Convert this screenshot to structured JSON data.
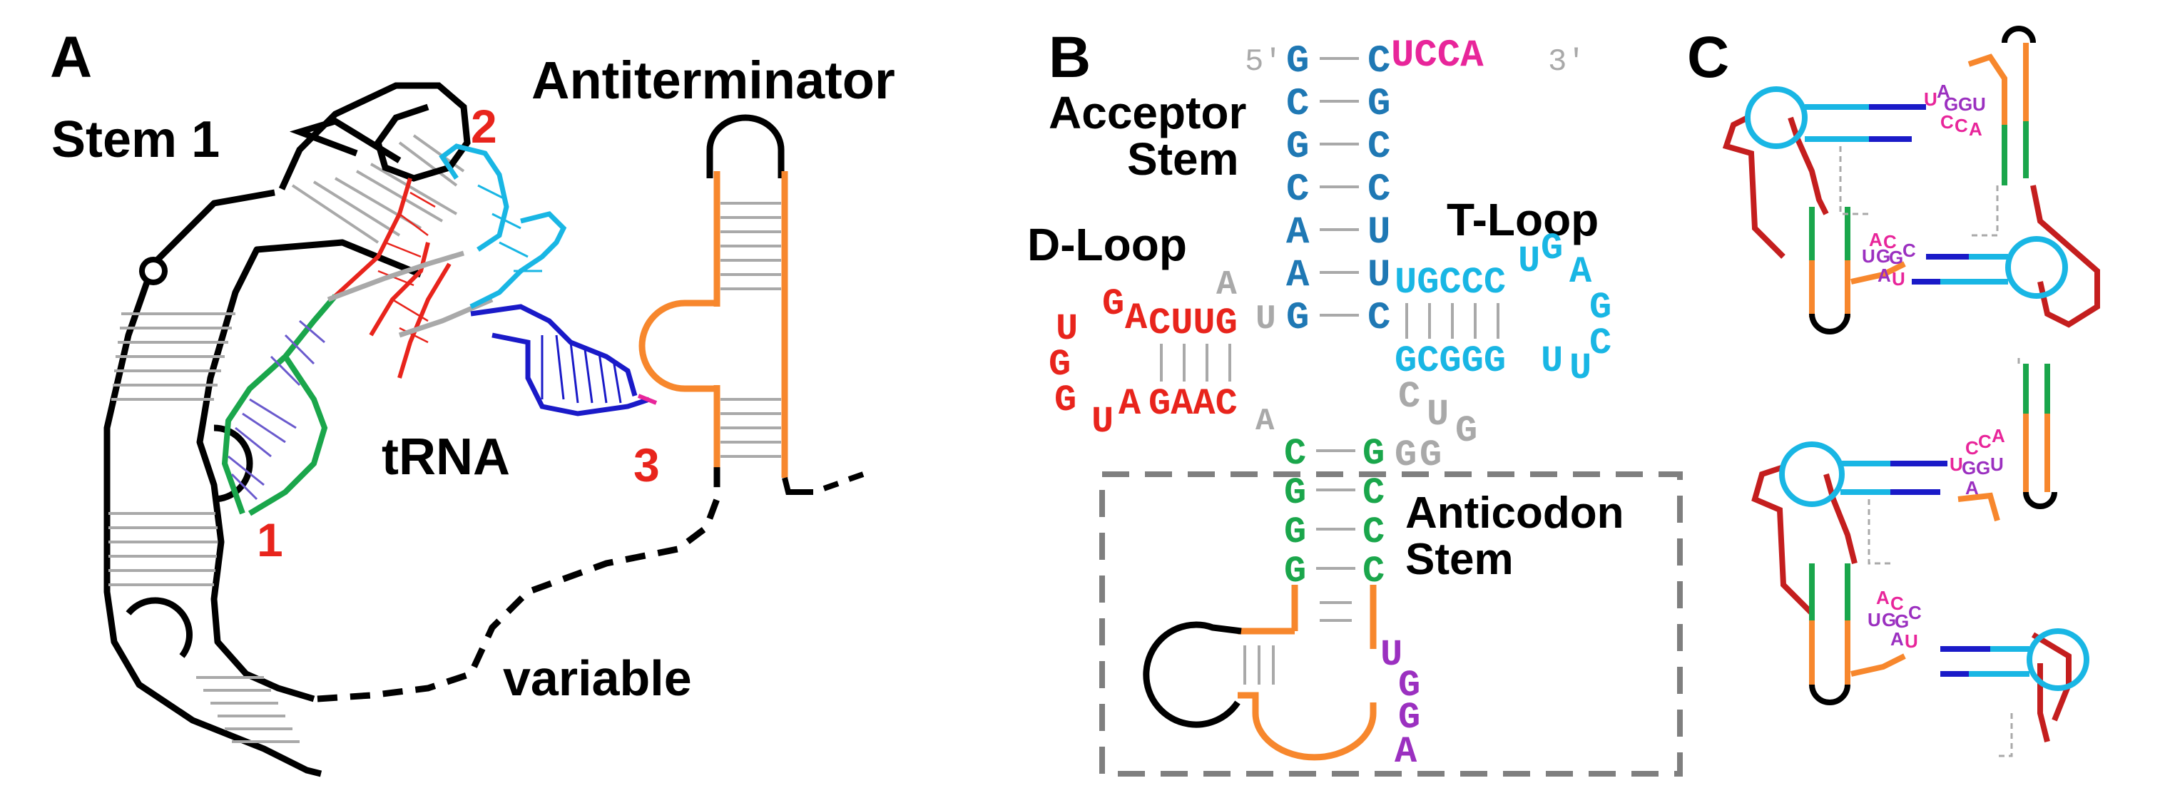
{
  "panels": {
    "a": {
      "letter": "A",
      "stem1_label": "Stem 1",
      "antiterminator_label": "Antiterminator",
      "trna_label": "tRNA",
      "variable_label": "variable",
      "site_numbers": [
        "1",
        "2",
        "3"
      ]
    },
    "b": {
      "letter": "B",
      "five_prime": "5′",
      "three_prime": "3′",
      "acceptor_stem_label_line1": "Acceptor",
      "acceptor_stem_label_line2": "Stem",
      "d_loop_label": "D-Loop",
      "t_loop_label": "T-Loop",
      "anticodon_stem_label_line1": "Anticodon",
      "anticodon_stem_label_line2": "Stem",
      "acceptor_5_strand": [
        "G",
        "C",
        "G",
        "C",
        "A",
        "A",
        "G"
      ],
      "acceptor_3_strand": [
        "C",
        "G",
        "C",
        "C",
        "U",
        "U",
        "C"
      ],
      "tail": "UCCA",
      "connector_au": [
        "A",
        "U"
      ],
      "d_stem_top": "CUUG",
      "d_stem_bottom": "GAAC",
      "d_loop_letters": [
        "G",
        "A",
        "U",
        "G",
        "G",
        "U",
        "A"
      ],
      "d_connector_a": "A",
      "t_stem_top": "UGCCC",
      "t_stem_bottom": "GCGGG",
      "t_loop_letters": [
        "U",
        "G",
        "A",
        "G",
        "C",
        "U",
        "U"
      ],
      "variable_letters": [
        "C",
        "U",
        "G",
        "G",
        "G"
      ],
      "anticodon_5_strand": [
        "C",
        "G",
        "G",
        "G"
      ],
      "anticodon_3_strand": [
        "G",
        "C",
        "C",
        "C"
      ],
      "anticodon_letters": [
        "U",
        "G",
        "G",
        "A"
      ]
    },
    "c": {
      "letter": "C",
      "top_pair1_letters": [
        "U",
        "A",
        "G",
        "G",
        "U",
        "C",
        "C",
        "A"
      ],
      "top_pair2_letters": [
        "A",
        "C",
        "U",
        "G",
        "G",
        "C",
        "A",
        "U"
      ],
      "bottom_pair1_letters": [
        "U",
        "C",
        "C",
        "A",
        "G",
        "G",
        "U",
        "A"
      ],
      "bottom_pair2_letters": [
        "A",
        "C",
        "U",
        "G",
        "G",
        "C",
        "A",
        "U"
      ]
    }
  },
  "colors": {
    "black": "#000000",
    "orange": "#f7872d",
    "gray": "#a9a9a9",
    "red_label": "#e8241c",
    "cyan": "#19b6e4",
    "blue_acceptor": "#1f78b4",
    "magenta": "#e8259a",
    "purple": "#9b30c0",
    "green": "#1aa64b",
    "red_dloop": "#e8241c",
    "dark_blue": "#1a1ac8",
    "dashed_box": "#7f7f7f",
    "dark_red": "#c41e1e"
  }
}
